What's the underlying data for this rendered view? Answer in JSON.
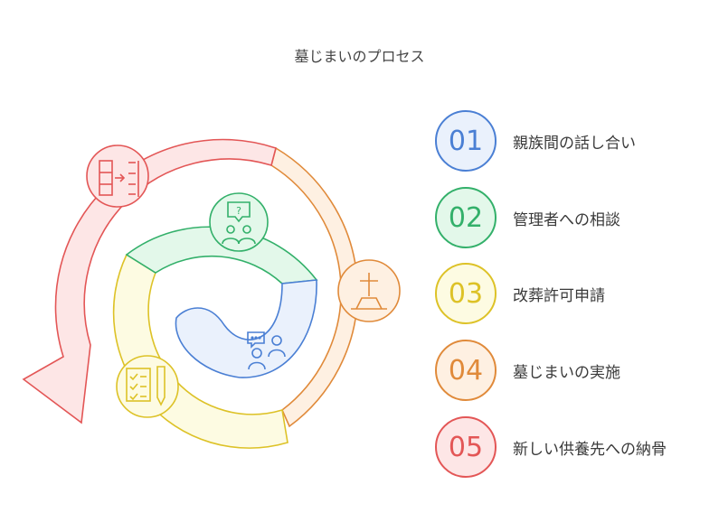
{
  "title": "墓じまいのプロセス",
  "steps": [
    {
      "number": "01",
      "label": "親族間の話し合い",
      "color": "#4a7fd4",
      "fill": "#eaf1fc",
      "icon": "people-chat-icon"
    },
    {
      "number": "02",
      "label": "管理者への相談",
      "color": "#33b06a",
      "fill": "#e3f8ea",
      "icon": "question-people-icon"
    },
    {
      "number": "03",
      "label": "改葬許可申請",
      "color": "#ddc227",
      "fill": "#fdfbe2",
      "icon": "checklist-pen-icon"
    },
    {
      "number": "04",
      "label": "墓じまいの実施",
      "color": "#e08a3a",
      "fill": "#fef0e2",
      "icon": "grave-icon"
    },
    {
      "number": "05",
      "label": "新しい供養先への納骨",
      "color": "#e35656",
      "fill": "#fde6e6",
      "icon": "transfer-list-icon"
    }
  ]
}
